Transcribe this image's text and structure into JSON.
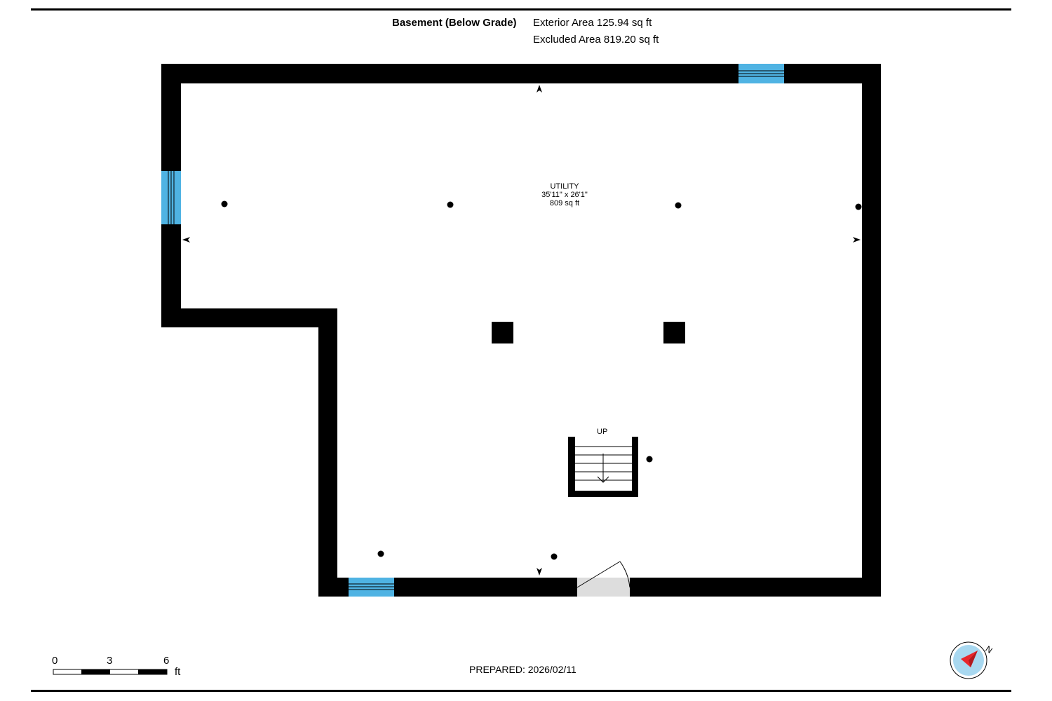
{
  "header": {
    "floor_name": "Basement (Below Grade)",
    "exterior_area": "Exterior Area 125.94 sq ft",
    "excluded_area": "Excluded Area 819.20 sq ft"
  },
  "room": {
    "name": "UTILITY",
    "dimensions": "35'11\" x 26'1\"",
    "area": "809 sq ft"
  },
  "stairs": {
    "label": "UP"
  },
  "scale_bar": {
    "ticks": [
      "0",
      "3",
      "6"
    ],
    "unit": "ft"
  },
  "footer": {
    "prepared": "PREPARED: 2026/02/11"
  },
  "compass": {
    "north_label": "N"
  },
  "colors": {
    "wall": "#000000",
    "window": "#4fb3e3",
    "door_sill": "#dddddd",
    "compass_ring": "#a8d8f0",
    "compass_needle": "#e8262c"
  }
}
